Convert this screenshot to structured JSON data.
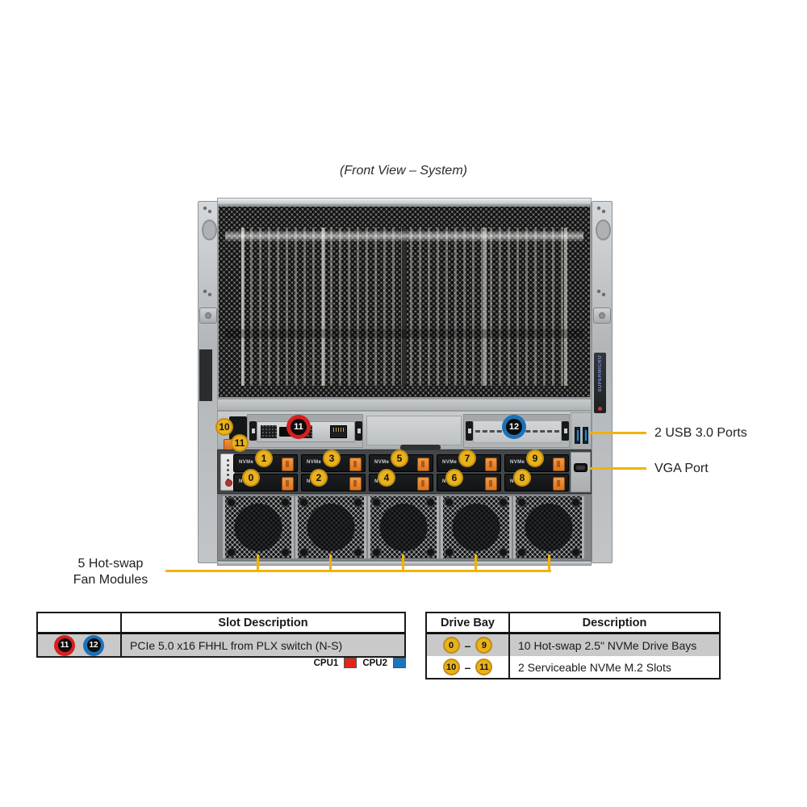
{
  "title": "(Front View – System)",
  "chassis": {
    "brand_vertical": "SUPERMICRO",
    "drive_label": "NVMe"
  },
  "badges": {
    "m2_slots": [
      "10",
      "11"
    ],
    "pcie_red": "11",
    "pcie_blue": "12",
    "drives_top": [
      "1",
      "3",
      "5",
      "7",
      "9"
    ],
    "drives_bottom": [
      "0",
      "2",
      "4",
      "6",
      "8"
    ]
  },
  "callouts": {
    "usb": "2 USB 3.0 Ports",
    "vga": "VGA Port",
    "fans_line1": "5 Hot-swap",
    "fans_line2": "Fan Modules"
  },
  "slot_table": {
    "header": "Slot Description",
    "row": {
      "badge_red": "11",
      "badge_blue": "12",
      "description": "PCIe 5.0 x16 FHHL from PLX switch (N-S)"
    }
  },
  "cpu_legend": [
    {
      "label": "CPU1",
      "color": "#E1251B"
    },
    {
      "label": "CPU2",
      "color": "#1B75BB"
    }
  ],
  "drive_table": {
    "headers": [
      "Drive Bay",
      "Description"
    ],
    "rows": [
      {
        "from": "0",
        "separator": "–",
        "to": "9",
        "description": "10 Hot-swap 2.5\" NVMe Drive Bays"
      },
      {
        "from": "10",
        "separator": "–",
        "to": "11",
        "description": "2 Serviceable NVMe M.2 Slots"
      }
    ]
  },
  "colors": {
    "accent_yellow": "#F2B200",
    "badge_yellow": "#E9B21D",
    "badge_red": "#D6201F",
    "badge_blue": "#1C72B9"
  }
}
